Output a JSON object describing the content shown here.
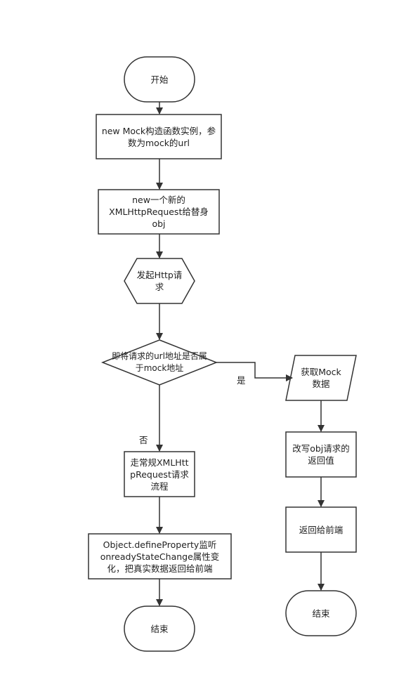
{
  "diagram": {
    "nodes": {
      "start": {
        "label": "开始",
        "shape": "rounded-terminal"
      },
      "mock_ctor": {
        "label": "new Mock构造函数实例，参数为mock的url",
        "shape": "process"
      },
      "new_xhr": {
        "label": "new一个新的XMLHttpRequest给替身obj",
        "shape": "process"
      },
      "send_http": {
        "label": "发起Http请求",
        "shape": "hexagon"
      },
      "decision": {
        "label": "即将请求的url地址是否属于mock地址",
        "shape": "decision"
      },
      "normal_flow": {
        "label": "走常规XMLHttpRequest请求流程",
        "shape": "process"
      },
      "define_prop": {
        "label": "Object.defineProperty监听onreadyStateChange属性变化，把真实数据返回给前端",
        "shape": "process"
      },
      "end_left": {
        "label": "结束",
        "shape": "rounded-terminal"
      },
      "get_mock": {
        "label": "获取Mock数据",
        "shape": "parallelogram"
      },
      "rewrite_obj": {
        "label": "改写obj请求的返回值",
        "shape": "process"
      },
      "return_front": {
        "label": "返回给前端",
        "shape": "process"
      },
      "end_right": {
        "label": "结束",
        "shape": "rounded-terminal"
      }
    },
    "edge_labels": {
      "yes": "是",
      "no": "否"
    },
    "colors": {
      "stroke": "#333333",
      "fill": "#ffffff",
      "text": "#222222"
    }
  }
}
